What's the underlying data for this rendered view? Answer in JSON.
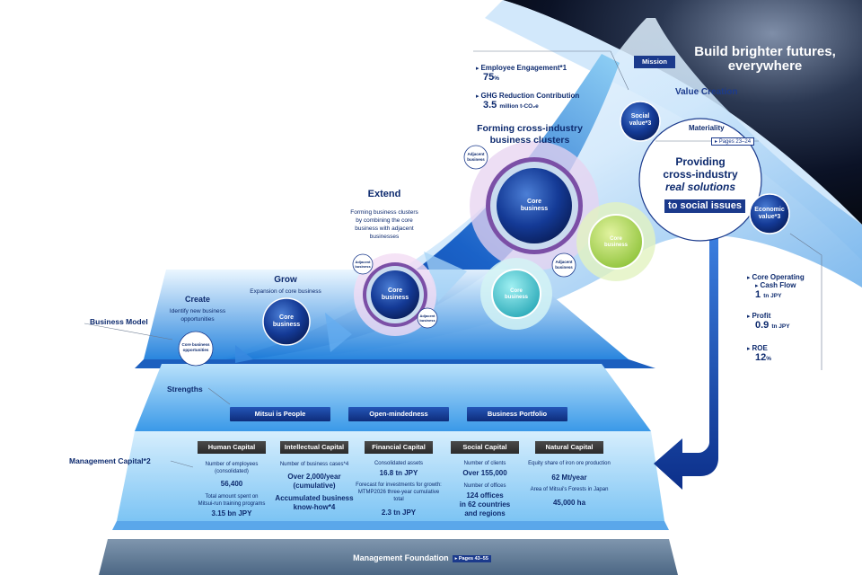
{
  "mission": {
    "tag": "Mission",
    "headline_1": "Build brighter futures,",
    "headline_2": "everywhere"
  },
  "value_creation": {
    "title": "Value Creation",
    "materiality": "Materiality",
    "materiality_pages": "Pages 23–24",
    "providing_1": "Providing",
    "providing_2": "cross-industry",
    "providing_3": "real solutions",
    "providing_4": "to social issues",
    "social_value_1": "Social",
    "social_value_2": "value*3",
    "economic_value_1": "Economic",
    "economic_value_2": "value*3"
  },
  "social_kpis": [
    {
      "label": "Employee Engagement*1",
      "value": "75",
      "unit": "%"
    },
    {
      "label": "GHG Reduction Contribution",
      "value": "3.5",
      "unit": "million t-CO₂e"
    }
  ],
  "economic_kpis": [
    {
      "label_1": "Core Operating",
      "label_2": "Cash Flow",
      "value": "1",
      "unit": "tn JPY"
    },
    {
      "label_1": "Profit",
      "label_2": "",
      "value": "0.9",
      "unit": "tn JPY"
    },
    {
      "label_1": "ROE",
      "label_2": "",
      "value": "12",
      "unit": "%"
    }
  ],
  "stages": {
    "forming_1": "Forming cross-industry",
    "forming_2": "business clusters",
    "extend": "Extend",
    "extend_desc_1": "Forming business clusters",
    "extend_desc_2": "by combining the core",
    "extend_desc_3": "business with adjacent",
    "extend_desc_4": "businesses",
    "grow": "Grow",
    "grow_desc": "Expansion of core business",
    "create": "Create",
    "create_desc_1": "Identify new business",
    "create_desc_2": "opportunities"
  },
  "circles": {
    "core_1": "Core",
    "core_2": "business",
    "adjacent_1": "Adjacent",
    "adjacent_2": "business",
    "opportunities_1": "Core business",
    "opportunities_2": "opportunities"
  },
  "layers": {
    "business_model": "Business Model",
    "strengths": "Strengths",
    "management_capital": "Management Capital*2",
    "management_foundation": "Management Foundation",
    "foundation_pages": "Pages 43–55"
  },
  "strengths": [
    "Mitsui is People",
    "Open-mindedness",
    "Business Portfolio"
  ],
  "capitals": {
    "human": {
      "title": "Human Capital",
      "l1": "Number of employees",
      "l2": "(consolidated)",
      "v1": "56,400",
      "l3": "Total amount spent on",
      "l4": "Mitsui-run training programs",
      "v2": "3.15 bn JPY"
    },
    "intellectual": {
      "title": "Intellectual Capital",
      "l1": "Number of business cases*4",
      "v1a": "Over 2,000/year",
      "v1b": "(cumulative)",
      "v2a": "Accumulated business",
      "v2b": "know-how*4"
    },
    "financial": {
      "title": "Financial Capital",
      "l1": "Consolidated assets",
      "v1": "16.8 tn JPY",
      "l2": "Forecast for investments for growth:",
      "l3": "MTMP2026 three-year cumulative",
      "l4": "total",
      "v2": "2.3 tn JPY"
    },
    "social": {
      "title": "Social Capital",
      "l1": "Number of clients",
      "v1": "Over 155,000",
      "l2": "Number of offices",
      "v2a": "124 offices",
      "v2b": "in 62 countries",
      "v2c": "and regions"
    },
    "natural": {
      "title": "Natural Capital",
      "l1": "Equity share of iron ore production",
      "v1": "62 Mt/year",
      "l2": "Area of Mitsui's Forests in Japan",
      "v2": "45,000 ha"
    }
  }
}
